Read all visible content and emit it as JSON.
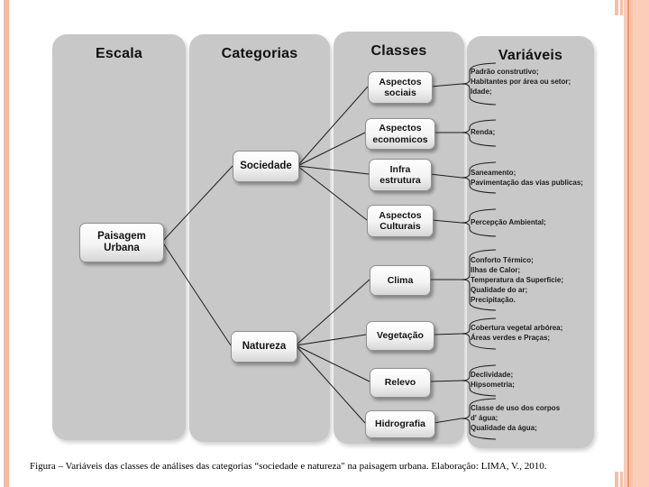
{
  "diagram": {
    "column_headers": [
      "Escala",
      "Categorias",
      "Classes",
      "Variáveis"
    ],
    "escala_node": "Paisagem\nUrbana",
    "categories": [
      "Sociedade",
      "Natureza"
    ],
    "classes": [
      "Aspectos\nsociais",
      "Aspectos\neconomicos",
      "Infra\nestrutura",
      "Aspectos\nCulturais",
      "Clima",
      "Vegetação",
      "Relevo",
      "Hidrografia"
    ],
    "variables": [
      "Padrão construtivo;\nHabitantes por área ou setor;\nIdade;",
      "Renda;",
      "Saneamento;\nPavimentação das vias publicas;",
      "Percepção Ambiental;",
      "Conforto Térmico;\nIlhas de Calor;\nTemperatura da Superficie;\nQualidade do ar;\nPrecipitação.",
      "Cobertura vegetal arbórea;\nÁreas verdes e Praças;",
      "Declividade;\nHipsometria;",
      "Classe de uso dos corpos\nd' água;\nQualidade da água;"
    ]
  },
  "slide": {
    "caption": "Figura – Variáveis das classes de análises das categorias “sociedade e natureza\" na paisagem urbana. Elaboração: LIMA, V., 2010."
  },
  "colors": {
    "accent_stripe": "#f4bca1",
    "panel_gray": "#c8c8c8"
  }
}
